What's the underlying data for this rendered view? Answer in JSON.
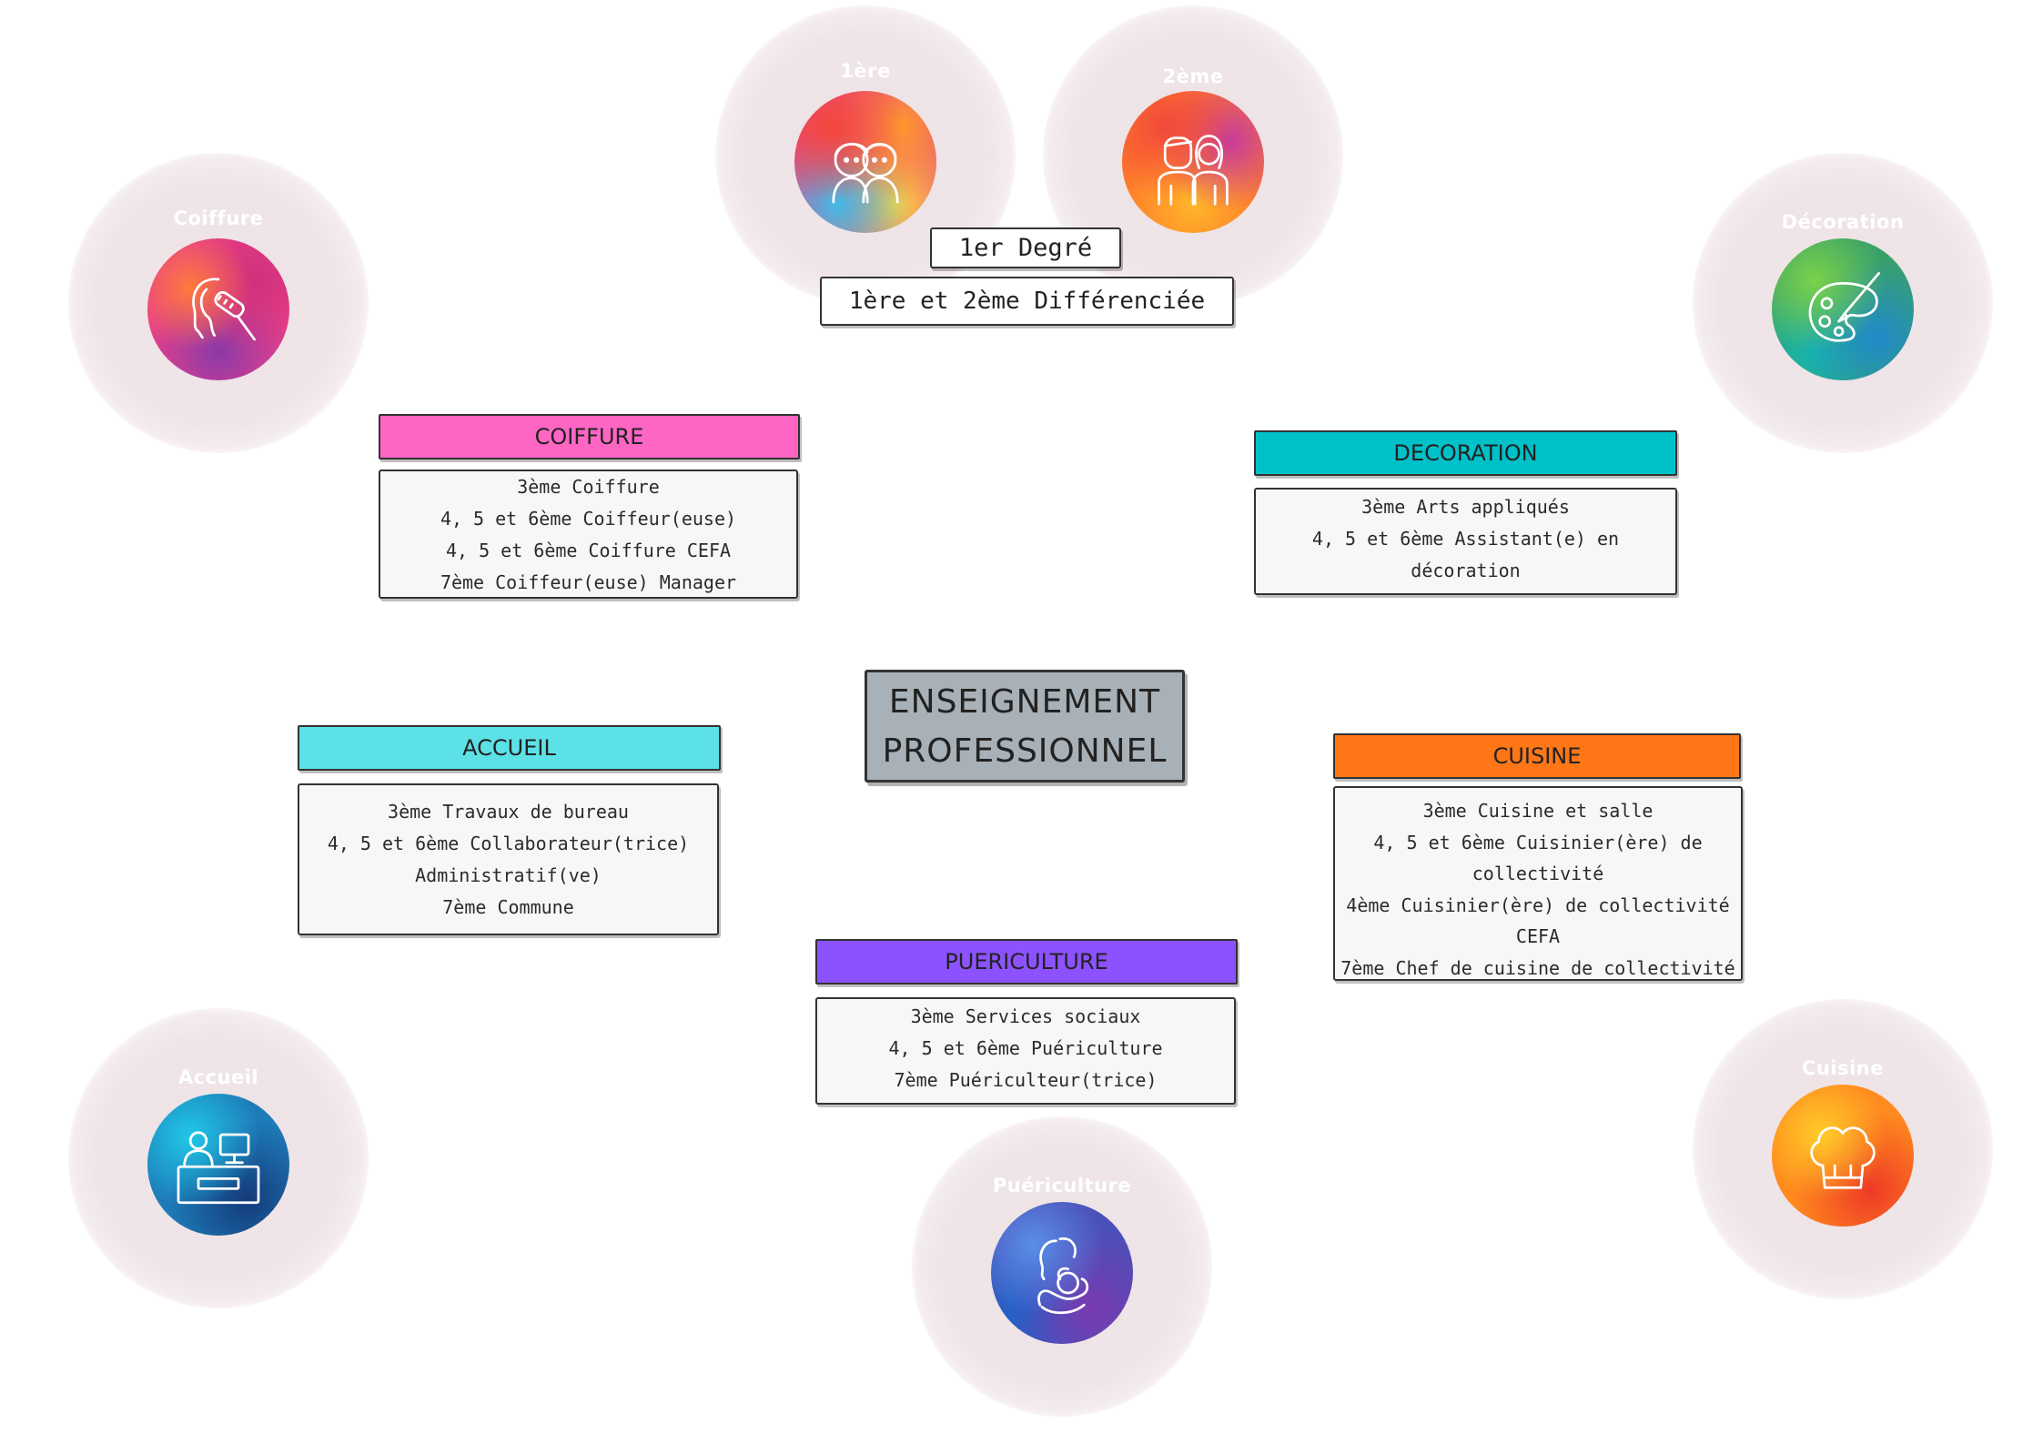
{
  "colors": {
    "coiffure": "#ff66c4",
    "decoration": "#00c0c8",
    "accueil": "#5ce1e6",
    "cuisine": "#ff7616",
    "puericulture": "#8c52ff",
    "center": "#a9b1b8"
  },
  "center": {
    "line1": "ENSEIGNEMENT",
    "line2": "PROFESSIONNEL"
  },
  "degree": {
    "title": "1er Degré",
    "subtitle": "1ère et 2ème Différenciée"
  },
  "icons": {
    "coiffure": {
      "label": "Coiffure",
      "icon": "hair-brush-icon"
    },
    "premiere": {
      "label": "1ère",
      "icon": "children-icon"
    },
    "deuxieme": {
      "label": "2ème",
      "icon": "teens-icon"
    },
    "decoration": {
      "label": "Décoration",
      "icon": "paint-palette-icon"
    },
    "accueil": {
      "label": "Accueil",
      "icon": "reception-desk-icon"
    },
    "puericulture": {
      "label": "Puériculture",
      "icon": "mother-baby-icon"
    },
    "cuisine": {
      "label": "Cuisine",
      "icon": "chef-hat-icon"
    }
  },
  "sections": {
    "coiffure": {
      "title": "COIFFURE",
      "items": [
        "3ème Coiffure",
        "4, 5 et 6ème Coiffeur(euse)",
        "4, 5 et 6ème Coiffure CEFA",
        "7ème Coiffeur(euse) Manager"
      ]
    },
    "decoration": {
      "title": "DECORATION",
      "items": [
        "3ème Arts appliqués",
        "4, 5 et 6ème Assistant(e) en",
        "décoration"
      ]
    },
    "accueil": {
      "title": "ACCUEIL",
      "items": [
        "3ème Travaux de bureau",
        "4, 5 et 6ème Collaborateur(trice)",
        "Administratif(ve)",
        "7ème Commune"
      ]
    },
    "cuisine": {
      "title": "CUISINE",
      "items": [
        "3ème Cuisine et salle",
        "4, 5 et 6ème Cuisinier(ère) de",
        "collectivité",
        "4ème Cuisinier(ère) de collectivité",
        "CEFA",
        "7ème Chef de cuisine de collectivité"
      ]
    },
    "puericulture": {
      "title": "PUERICULTURE",
      "items": [
        "3ème Services sociaux",
        "4, 5 et 6ème Puériculture",
        "7ème Puériculteur(trice)"
      ]
    }
  }
}
